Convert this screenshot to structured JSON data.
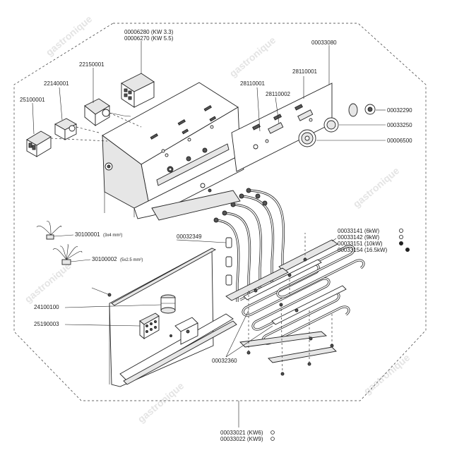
{
  "watermark": "gastronique",
  "labels": {
    "l00006280": "00006280 (KW 3.3)",
    "l00006270": "00006270 (KW 5.5)",
    "l00033080": "00033080",
    "l22150001": "22150001",
    "l22140001": "22140001",
    "l25100001": "25100001",
    "l28110001": "28110001",
    "l28110001b": "28110001",
    "l28110002": "28110002",
    "l00032290": "00032290",
    "l00033250": "00033250",
    "l00006500": "00006500",
    "l30100001": "30100001",
    "l30100001_spec": "(3x4 mm²)",
    "l30100002": "30100002",
    "l30100002_spec": "(5x2.5 mm²)",
    "l00032349": "00032349",
    "l00033141": "00033141 (6kW)",
    "l00033142": "00033142 (9kW)",
    "l00033151": "00033151 (10kW)",
    "l00033154": "00033154 (16.5kW)",
    "l24100100": "24100100",
    "l25190003": "25190003",
    "l00032360": "00032360",
    "l00033021": "00033021 (KW6)",
    "l00033022": "00033022 (KW9)"
  }
}
